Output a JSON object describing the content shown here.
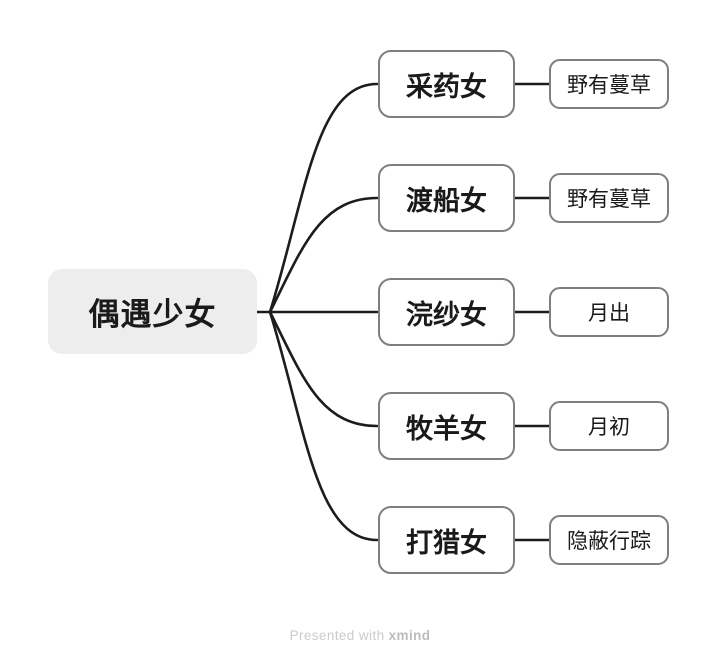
{
  "mindmap": {
    "root": {
      "label": "偶遇少女"
    },
    "branches": [
      {
        "label": "采药女",
        "child": "野有蔓草"
      },
      {
        "label": "渡船女",
        "child": "野有蔓草"
      },
      {
        "label": "浣纱女",
        "child": "月出"
      },
      {
        "label": "牧羊女",
        "child": "月初"
      },
      {
        "label": "打猎女",
        "child": "隐蔽行踪"
      }
    ]
  },
  "footer": {
    "prefix": "Presented with",
    "brand": "xmind"
  },
  "colors": {
    "node_border": "#7f7f7f",
    "root_fill": "#ededed",
    "connector_line": "#1c1c1c",
    "text": "#1a1a1a",
    "watermark_text": "#cbcbcb"
  }
}
